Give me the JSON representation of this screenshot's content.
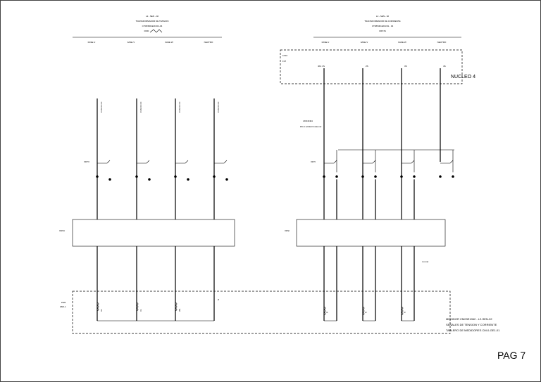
{
  "left_header": {
    "line1": "L2 - SEN - 02",
    "line2": "TRANSFORMADOR DE TENSION",
    "line3": "CT08/M01E/01/01-04",
    "line4": "0000"
  },
  "right_header": {
    "line1": "L2 - SEN - 02",
    "line2": "TRANSFORMADOR DE CORRIENTE",
    "line3": "CT08/M01E/01/01 - 04",
    "line4": "CRSTA"
  },
  "phases_left": [
    "FASE U",
    "FASE V",
    "FASE W",
    "NEUTRO"
  ],
  "phases_right": [
    "FASE U",
    "FASE V",
    "FASE W",
    "NEUTRO"
  ],
  "core": {
    "label": "NUCLEO 4",
    "tag1": "1P10",
    "tag2": "F47",
    "terminals": [
      "4K1 1S",
      "2S",
      "3S",
      "4S"
    ]
  },
  "cable_left": [
    "C36XXXXX",
    "C36XXXXX",
    "C36XXXXX",
    "C36XXXXX"
  ],
  "cable_right_label": "4X6N/N04",
  "cable_right_sub": "RV-K 0,6/1kV 4x6mm2",
  "wire_section": "4 mm2",
  "block_labels": {
    "xd_left": "XDTV",
    "xd_right": "XDTI",
    "xdsv_left": "XDSV",
    "xdsi_right": "XDSI",
    "meter_tag": "P9/8",
    "meter_tag2": "ZMA 1"
  },
  "meter_description": [
    "MEDIDOR CM03E1062 - L2-SEN-02",
    "SEÑALES DE TENSION Y CORRIENTE",
    "TABLERO DE MEDIDORES CM-0-GE1-01"
  ],
  "meter_coils_left": [
    "U1",
    "V1",
    "W1",
    "N"
  ],
  "meter_coils_right": [
    "I1",
    "I2",
    "I3"
  ],
  "page": "PAG 7"
}
